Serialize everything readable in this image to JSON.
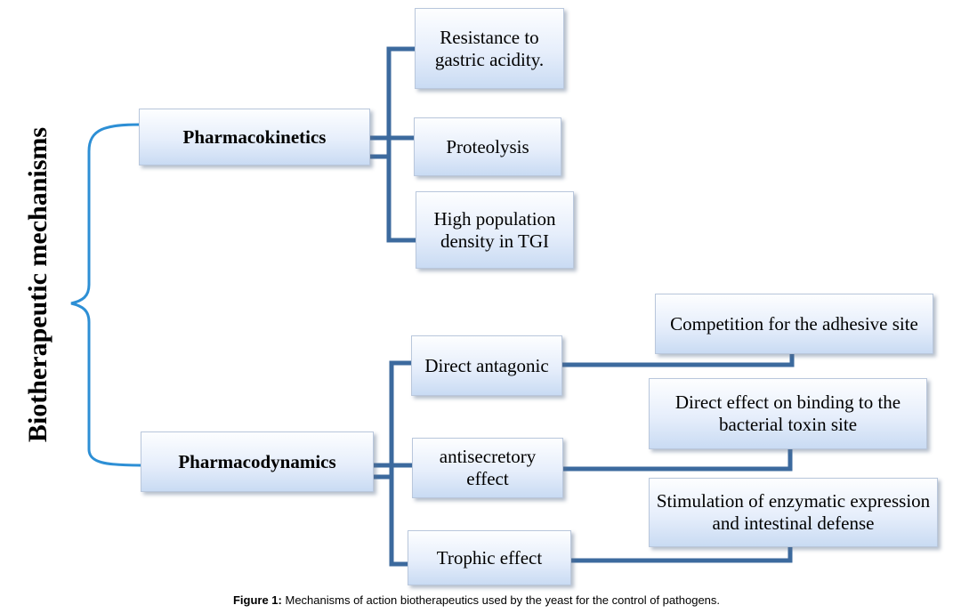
{
  "title": "Biotherapeutic mechanisms",
  "branches": {
    "pharmacokinetics": {
      "label": "Pharmacokinetics",
      "items": [
        "Resistance to gastric acidity.",
        "Proteolysis",
        "High population density in TGI"
      ]
    },
    "pharmacodynamics": {
      "label": "Pharmacodynamics",
      "items": [
        "Direct antagonic",
        "antisecretory effect",
        "Trophic effect"
      ],
      "effects": [
        "Competition for the adhesive site",
        "Direct effect on binding to the bacterial toxin site",
        "Stimulation of enzymatic expression and intestinal defense"
      ]
    }
  },
  "caption": {
    "label": "Figure 1:",
    "text": "Mechanisms of action biotherapeutics used by the yeast for the control of pathogens."
  },
  "colors": {
    "connector": "#3c6a9e",
    "brace": "#2d8fd5"
  }
}
